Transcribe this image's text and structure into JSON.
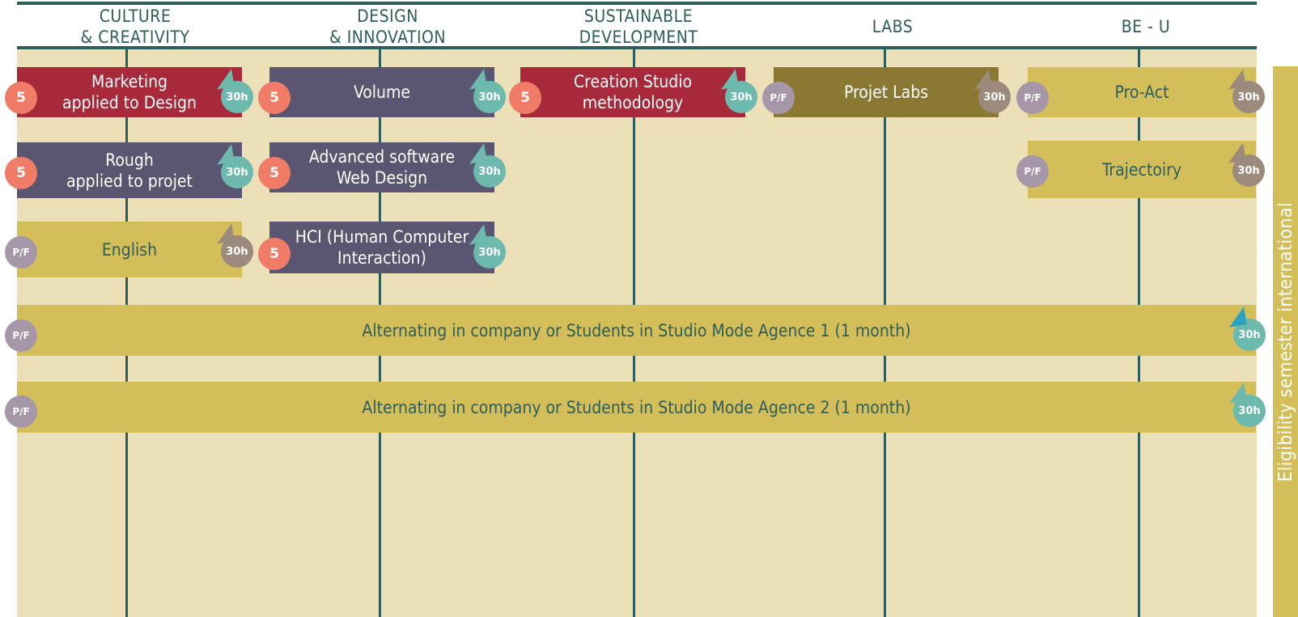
{
  "columns": [
    {
      "line1": "CULTURE",
      "line2": "& CREATIVITY"
    },
    {
      "line1": "DESIGN",
      "line2": "& INNOVATION"
    },
    {
      "line1": "SUSTAINABLE",
      "line2": "DEVELOPMENT"
    },
    {
      "line1": "LABS",
      "line2": ""
    },
    {
      "line1": "BE - U",
      "line2": ""
    }
  ],
  "courses": [
    {
      "line1": "Marketing",
      "line2": "applied to Design",
      "badge": "5",
      "hours": "30h",
      "color": "#a7293a"
    },
    {
      "line1": "Volume",
      "line2": "",
      "badge": "5",
      "hours": "30h",
      "color": "#5a5570"
    },
    {
      "line1": "Creation Studio",
      "line2": "methodology",
      "badge": "5",
      "hours": "30h",
      "color": "#a7293a"
    },
    {
      "line1": "Projet Labs",
      "line2": "",
      "badge": "P/F",
      "hours": "30h",
      "color": "#8a7833"
    },
    {
      "line1": "Pro-Act",
      "line2": "",
      "badge": "P/F",
      "hours": "30h",
      "color": "#d4be5a"
    },
    {
      "line1": "Rough",
      "line2": "applied to projet",
      "badge": "5",
      "hours": "30h",
      "color": "#5a5570"
    },
    {
      "line1": "Advanced software",
      "line2": "Web Design",
      "badge": "5",
      "hours": "30h",
      "color": "#5a5570"
    },
    {
      "line1": "Trajectoiry",
      "line2": "",
      "badge": "P/F",
      "hours": "30h",
      "color": "#d4be5a"
    },
    {
      "line1": "English",
      "line2": "",
      "badge": "P/F",
      "hours": "30h",
      "color": "#d4be5a"
    },
    {
      "line1": "HCI (Human Computer",
      "line2": "Interaction)",
      "badge": "5",
      "hours": "30h",
      "color": "#5a5570"
    }
  ],
  "wide_courses": [
    {
      "label": "Alternating in company or Students in Studio Mode Agence 1 (1 month)",
      "badge": "P/F",
      "hours": "30h"
    },
    {
      "label": "Alternating in company or Students in Studio Mode Agence 2 (1 month)",
      "badge": "P/F",
      "hours": "30h"
    }
  ],
  "side_label": "Eligibility semester international",
  "colors": {
    "rule": "#2d5e5a",
    "board_bg": "#ece0b8",
    "red": "#a7293a",
    "slate": "#5a5570",
    "olive": "#8a7833",
    "mustard": "#d4be5a",
    "credit_badge": "#f07c68",
    "pf_badge": "#a597a8",
    "hours_teal": "#6db9ad",
    "hours_taupe": "#9c8b7c",
    "hours_cyan_tail": "#2aa3c4"
  }
}
